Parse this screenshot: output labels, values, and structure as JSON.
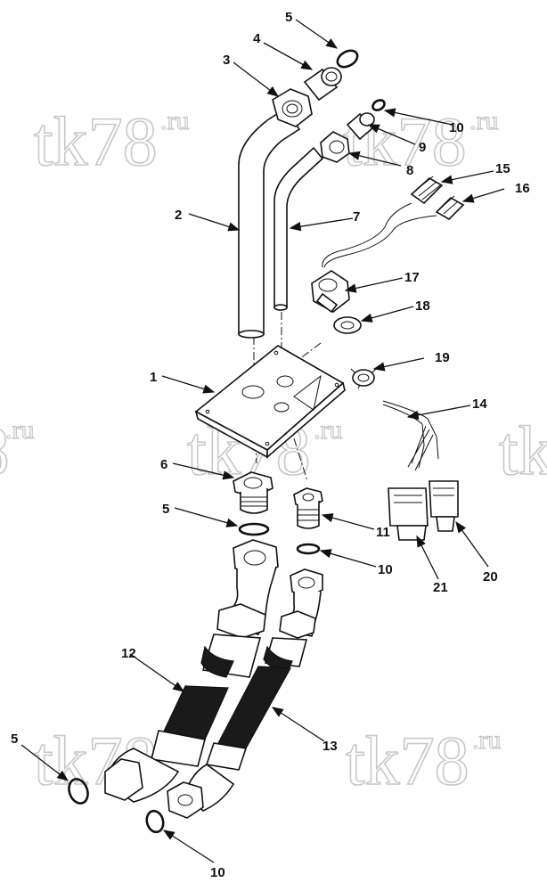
{
  "watermark": {
    "brand": "tk78",
    "suffix": ".ru"
  },
  "callouts": [
    {
      "id": "c1",
      "label": "1"
    },
    {
      "id": "c2",
      "label": "2"
    },
    {
      "id": "c3",
      "label": "3"
    },
    {
      "id": "c4",
      "label": "4"
    },
    {
      "id": "c5a",
      "label": "5"
    },
    {
      "id": "c5b",
      "label": "5"
    },
    {
      "id": "c5c",
      "label": "5"
    },
    {
      "id": "c6",
      "label": "6"
    },
    {
      "id": "c7",
      "label": "7"
    },
    {
      "id": "c8",
      "label": "8"
    },
    {
      "id": "c9",
      "label": "9"
    },
    {
      "id": "c10a",
      "label": "10"
    },
    {
      "id": "c10b",
      "label": "10"
    },
    {
      "id": "c10c",
      "label": "10"
    },
    {
      "id": "c11",
      "label": "11"
    },
    {
      "id": "c12",
      "label": "12"
    },
    {
      "id": "c13",
      "label": "13"
    },
    {
      "id": "c14",
      "label": "14"
    },
    {
      "id": "c15",
      "label": "15"
    },
    {
      "id": "c16",
      "label": "16"
    },
    {
      "id": "c17",
      "label": "17"
    },
    {
      "id": "c18",
      "label": "18"
    },
    {
      "id": "c19",
      "label": "19"
    },
    {
      "id": "c20",
      "label": "20"
    },
    {
      "id": "c21",
      "label": "21"
    }
  ]
}
